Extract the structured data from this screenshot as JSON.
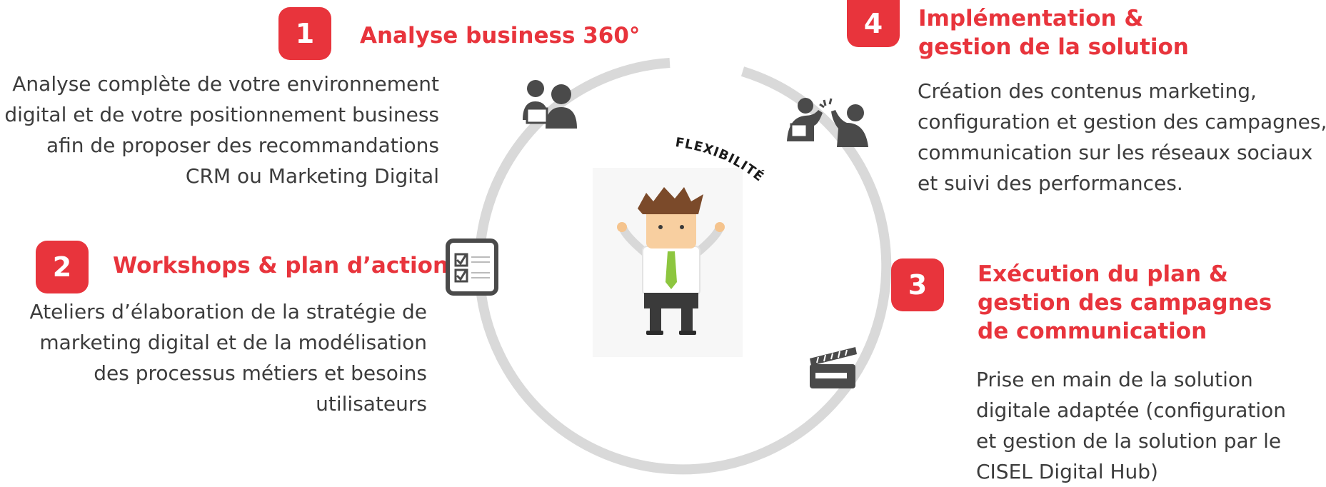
{
  "center_label": "FLEXIBILITÉ",
  "steps": [
    {
      "number": "1",
      "title": "Analyse business 360°",
      "lines": [
        "Analyse complète de votre environnement",
        "digital et de votre positionnement business",
        "afin de proposer des recommandations",
        "CRM ou Marketing Digital"
      ],
      "icon": "people-meeting-icon"
    },
    {
      "number": "2",
      "title": "Workshops & plan d’action",
      "lines": [
        "Ateliers d’élaboration de la stratégie de",
        "marketing digital et de la modélisation",
        "des processus métiers et besoins",
        "utilisateurs"
      ],
      "icon": "checklist-icon"
    },
    {
      "number": "3",
      "title_lines": [
        "Exécution du plan &",
        "gestion des campagnes",
        "de communication"
      ],
      "lines": [
        "Prise en main de la solution",
        "digitale adaptée (configuration",
        "et gestion de la solution par le",
        "CISEL Digital Hub)"
      ],
      "icon": "clapperboard-icon"
    },
    {
      "number": "4",
      "title_lines": [
        "Implémentation &",
        "gestion de la solution"
      ],
      "lines": [
        "Création des contenus marketing,",
        "configuration et gestion des campagnes,",
        "communication sur les réseaux sociaux",
        "et suivi des performances."
      ],
      "icon": "high-five-icon"
    }
  ],
  "colors": {
    "accent": "#e8343c",
    "ring": "#d9d9d9",
    "text": "#3c3c3c",
    "icon": "#4a4a4a"
  }
}
